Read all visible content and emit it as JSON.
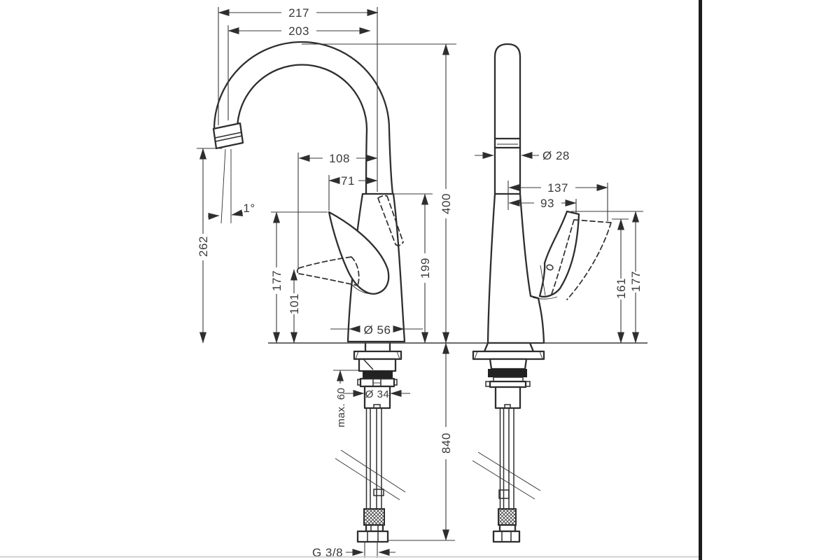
{
  "drawing": {
    "kind": "faucet two-view dimensional technical drawing",
    "units_shown": "mm",
    "line_color": "#2e2e2e",
    "text_color": "#3a3a3a",
    "background": "#ffffff",
    "edge_bar_color": "#1d1d1f",
    "bottom_edge_color": "#cfcfcf"
  },
  "dimensions": {
    "top_width_outer": "217",
    "top_width_inner": "203",
    "spout_angle": "1°",
    "outlet_height": "262",
    "reach_dashed_handle": "108",
    "reach_handle": "71",
    "total_height": "400",
    "body_height": "199",
    "handle_height_side": "177",
    "handle_low_height": "101",
    "base_diameter": "Ø 56",
    "column_diameter": "Ø 28",
    "handle_swing_outer": "137",
    "handle_swing_inner": "93",
    "front_handle_low": "161",
    "front_handle_high": "177",
    "max_counter_thickness": "max. 60",
    "shank_diameter": "Ø 34",
    "hose_length": "840",
    "connection_thread": "G 3/8"
  }
}
